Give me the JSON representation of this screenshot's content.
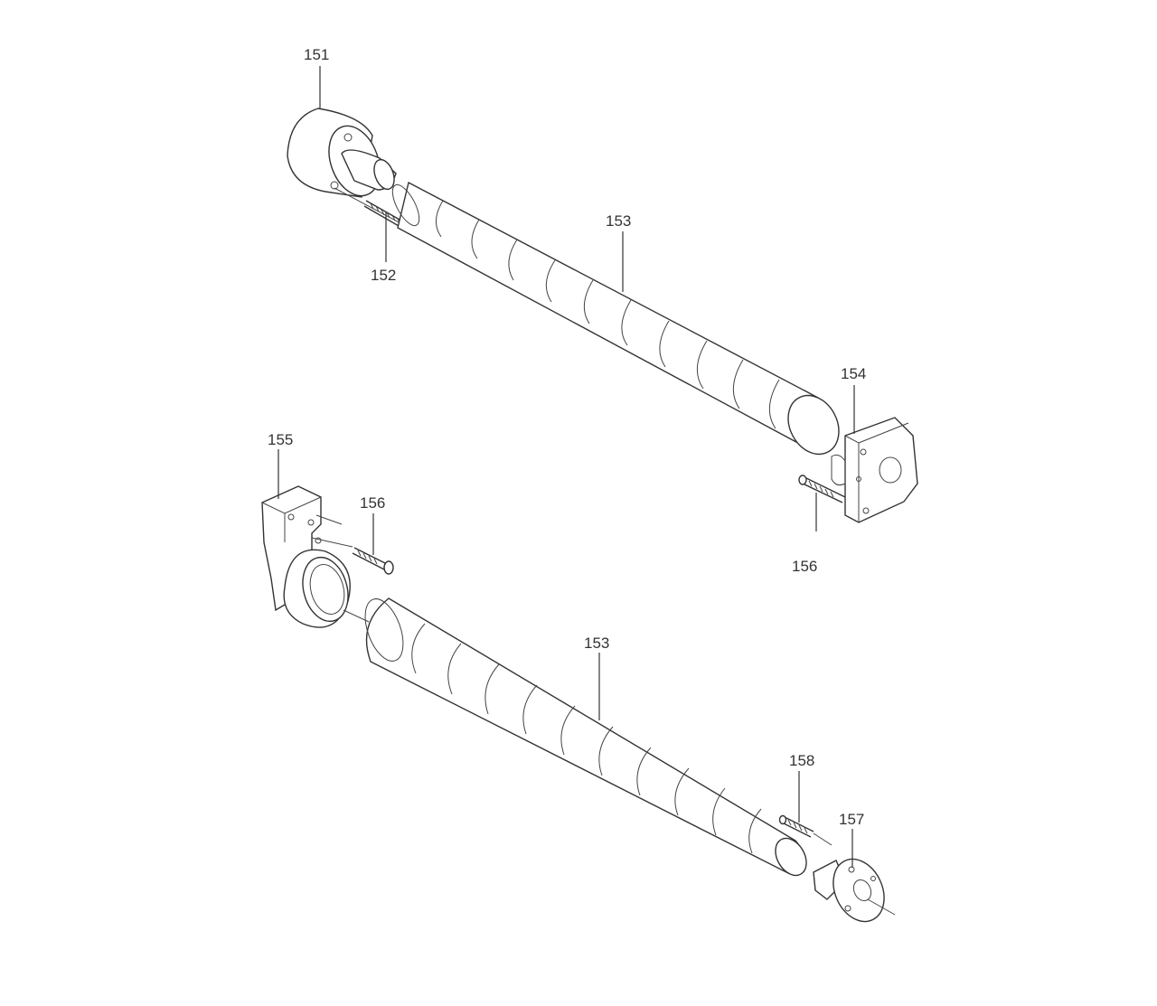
{
  "diagram": {
    "type": "exploded-parts-view",
    "callouts": {
      "c151": "151",
      "c152": "152",
      "c153a": "153",
      "c154": "154",
      "c155": "155",
      "c156a": "156",
      "c156b": "156",
      "c153b": "153",
      "c158": "158",
      "c157": "157"
    }
  }
}
